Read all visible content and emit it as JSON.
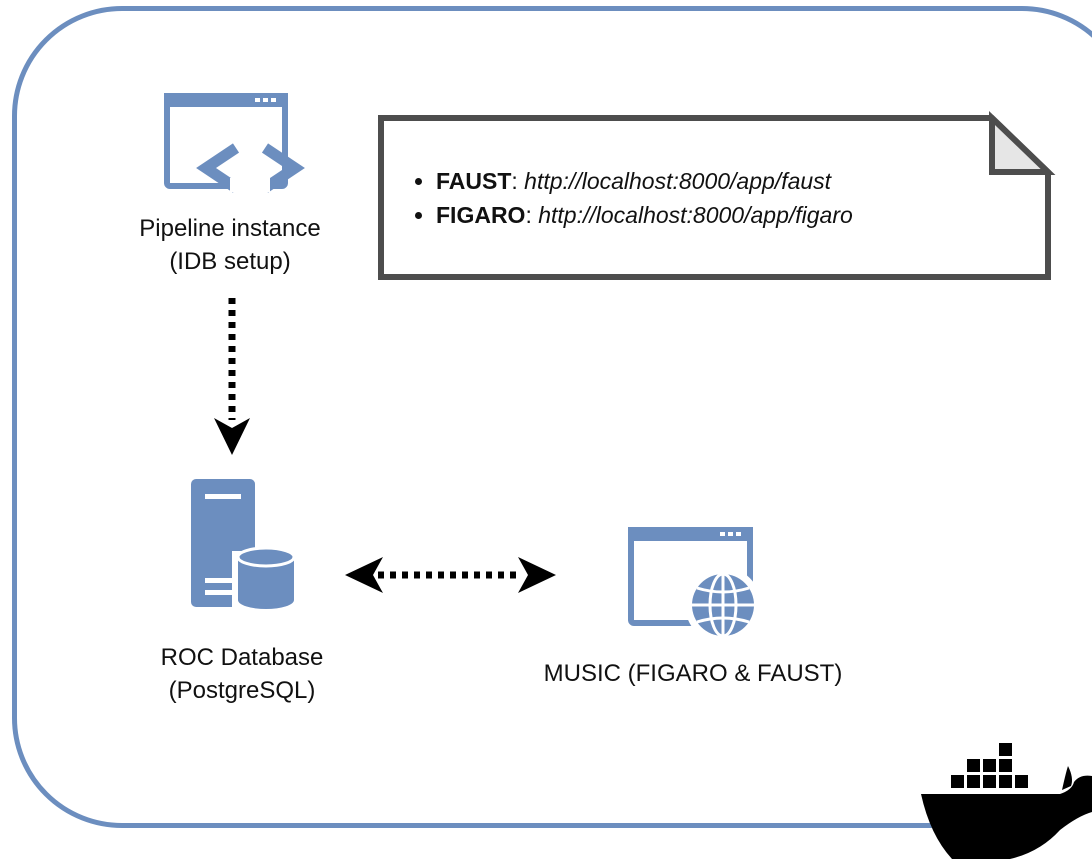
{
  "nodes": {
    "pipeline": {
      "line1": "Pipeline instance",
      "line2": "(IDB setup)",
      "icon": "code-window-icon"
    },
    "database": {
      "line1": "ROC Database",
      "line2": "(PostgreSQL)",
      "icon": "server-database-icon"
    },
    "music": {
      "line1": "MUSIC (FIGARO & FAUST)",
      "icon": "web-window-globe-icon"
    }
  },
  "note": {
    "items": [
      {
        "name": "FAUST",
        "separator": ": ",
        "url": "http://localhost:8000/app/faust"
      },
      {
        "name": "FIGARO",
        "separator": ": ",
        "url": "http://localhost:8000/app/figaro"
      }
    ]
  },
  "edges": [
    {
      "from": "pipeline",
      "to": "database",
      "style": "dotted",
      "direction": "one-way"
    },
    {
      "from": "database",
      "to": "music",
      "style": "dotted",
      "direction": "two-way"
    }
  ],
  "container": {
    "icon": "docker-whale-icon"
  },
  "colors": {
    "icon_fill": "#6c8ebf",
    "frame_stroke": "#6c8ebf",
    "note_stroke": "#4d4d4d",
    "arrow": "#000000"
  }
}
